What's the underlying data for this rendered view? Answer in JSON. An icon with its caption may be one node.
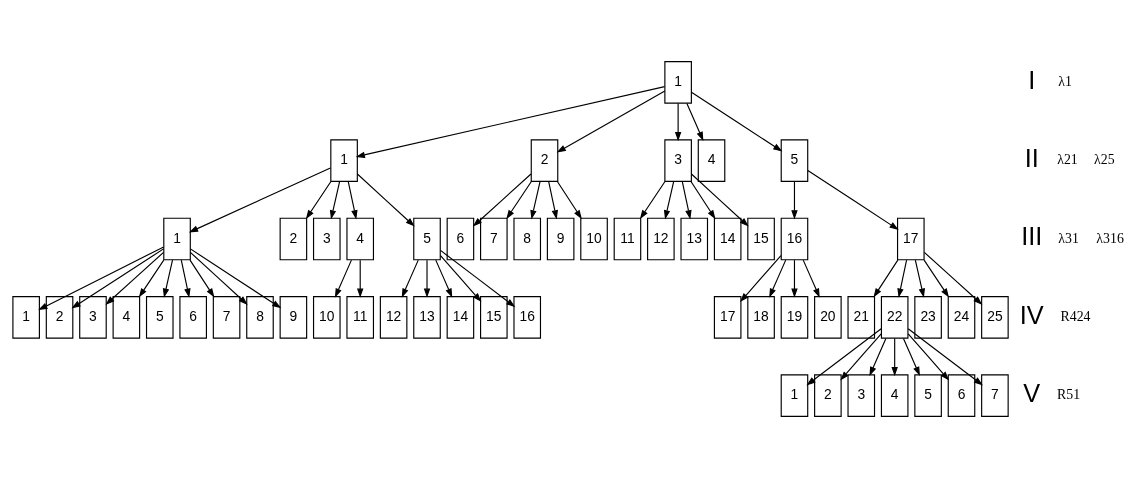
{
  "diagram": {
    "nodes": [
      {
        "text": [
          "1"
        ]
      },
      {
        "text": [
          "1"
        ]
      },
      {
        "text": [
          "2"
        ]
      },
      {
        "text": [
          "3"
        ]
      },
      {
        "text": [
          "4"
        ]
      },
      {
        "text": [
          "5"
        ]
      },
      {
        "text": [
          "1"
        ]
      },
      {
        "text": [
          "2"
        ]
      },
      {
        "text": [
          "3"
        ]
      },
      {
        "text": [
          "4"
        ]
      },
      {
        "text": [
          "5"
        ]
      },
      {
        "text": [
          "6"
        ]
      },
      {
        "text": [
          "7"
        ]
      },
      {
        "text": [
          "8"
        ]
      },
      {
        "text": [
          "9"
        ]
      },
      {
        "text": [
          "10"
        ]
      },
      {
        "text": [
          "11"
        ]
      },
      {
        "text": [
          "12"
        ]
      },
      {
        "text": [
          "13"
        ]
      },
      {
        "text": [
          "14"
        ]
      },
      {
        "text": [
          "15"
        ]
      },
      {
        "text": [
          "16"
        ]
      },
      {
        "text": [
          "17"
        ]
      },
      {
        "text": [
          "1"
        ]
      },
      {
        "text": [
          "2"
        ]
      },
      {
        "text": [
          "3"
        ]
      },
      {
        "text": [
          "4"
        ]
      },
      {
        "text": [
          "5"
        ]
      },
      {
        "text": [
          "6"
        ]
      },
      {
        "text": [
          "7"
        ]
      },
      {
        "text": [
          "8"
        ]
      },
      {
        "text": [
          "9"
        ]
      },
      {
        "text": [
          "10"
        ]
      },
      {
        "text": [
          "11"
        ]
      },
      {
        "text": [
          "12"
        ]
      },
      {
        "text": [
          "13"
        ]
      },
      {
        "text": [
          "14"
        ]
      },
      {
        "text": [
          "15"
        ]
      },
      {
        "text": [
          "16"
        ]
      },
      {
        "text": [
          "17"
        ]
      },
      {
        "text": [
          "18"
        ]
      },
      {
        "text": [
          "19"
        ]
      },
      {
        "text": [
          "20"
        ]
      },
      {
        "text": [
          "21"
        ]
      },
      {
        "text": [
          "22"
        ]
      },
      {
        "text": [
          "23"
        ]
      },
      {
        "text": [
          "24"
        ]
      },
      {
        "text": [
          "25"
        ]
      },
      {
        "text": [
          "1"
        ]
      },
      {
        "text": [
          "2"
        ]
      },
      {
        "text": [
          "3"
        ]
      },
      {
        "text": [
          "4"
        ]
      },
      {
        "text": [
          "5"
        ]
      },
      {
        "text": [
          "6"
        ]
      },
      {
        "text": [
          "7"
        ]
      }
    ],
    "edges": [
      {
        "from": 0,
        "to": 1,
        "arrow": "to"
      },
      {
        "from": 0,
        "to": 2,
        "arrow": "to"
      },
      {
        "from": 0,
        "to": 3,
        "arrow": "to"
      },
      {
        "from": 0,
        "to": 4,
        "arrow": "to"
      },
      {
        "from": 0,
        "to": 5,
        "arrow": "to"
      },
      {
        "from": 1,
        "to": 6,
        "arrow": "to"
      },
      {
        "from": 1,
        "to": 7,
        "arrow": "to"
      },
      {
        "from": 1,
        "to": 8,
        "arrow": "to"
      },
      {
        "from": 1,
        "to": 9,
        "arrow": "to"
      },
      {
        "from": 1,
        "to": 10,
        "arrow": "to"
      },
      {
        "from": 2,
        "to": 11,
        "arrow": "to"
      },
      {
        "from": 2,
        "to": 12,
        "arrow": "to"
      },
      {
        "from": 2,
        "to": 13,
        "arrow": "to"
      },
      {
        "from": 2,
        "to": 14,
        "arrow": "to"
      },
      {
        "from": 2,
        "to": 15,
        "arrow": "to"
      },
      {
        "from": 3,
        "to": 16,
        "arrow": "to"
      },
      {
        "from": 3,
        "to": 17,
        "arrow": "to"
      },
      {
        "from": 3,
        "to": 18,
        "arrow": "to"
      },
      {
        "from": 3,
        "to": 19,
        "arrow": "to"
      },
      {
        "from": 3,
        "to": 20,
        "arrow": "to"
      },
      {
        "from": 5,
        "to": 21,
        "arrow": "to"
      },
      {
        "from": 5,
        "to": 22,
        "arrow": "to"
      },
      {
        "from": 6,
        "to": 23,
        "arrow": "to"
      },
      {
        "from": 6,
        "to": 24,
        "arrow": "to"
      },
      {
        "from": 6,
        "to": 25,
        "arrow": "to"
      },
      {
        "from": 6,
        "to": 26,
        "arrow": "to"
      },
      {
        "from": 6,
        "to": 27,
        "arrow": "to"
      },
      {
        "from": 6,
        "to": 28,
        "arrow": "to"
      },
      {
        "from": 6,
        "to": 29,
        "arrow": "to"
      },
      {
        "from": 6,
        "to": 30,
        "arrow": "to"
      },
      {
        "from": 6,
        "to": 31,
        "arrow": "to"
      },
      {
        "from": 9,
        "to": 32,
        "arrow": "to"
      },
      {
        "from": 9,
        "to": 33,
        "arrow": "to"
      },
      {
        "from": 10,
        "to": 34,
        "arrow": "to"
      },
      {
        "from": 10,
        "to": 35,
        "arrow": "to"
      },
      {
        "from": 10,
        "to": 36,
        "arrow": "to"
      },
      {
        "from": 10,
        "to": 37,
        "arrow": "to"
      },
      {
        "from": 10,
        "to": 38,
        "arrow": "to"
      },
      {
        "from": 21,
        "to": 39,
        "arrow": "to"
      },
      {
        "from": 21,
        "to": 40,
        "arrow": "to"
      },
      {
        "from": 21,
        "to": 41,
        "arrow": "to"
      },
      {
        "from": 21,
        "to": 42,
        "arrow": "to"
      },
      {
        "from": 22,
        "to": 43,
        "arrow": "to"
      },
      {
        "from": 22,
        "to": 44,
        "arrow": "to"
      },
      {
        "from": 22,
        "to": 45,
        "arrow": "to"
      },
      {
        "from": 22,
        "to": 46,
        "arrow": "to"
      },
      {
        "from": 22,
        "to": 47,
        "arrow": "to"
      },
      {
        "from": 44,
        "to": 48,
        "arrow": "to"
      },
      {
        "from": 44,
        "to": 49,
        "arrow": "to"
      },
      {
        "from": 44,
        "to": 50,
        "arrow": "to"
      },
      {
        "from": 44,
        "to": 51,
        "arrow": "to"
      },
      {
        "from": 44,
        "to": 52,
        "arrow": "to"
      },
      {
        "from": 44,
        "to": 53,
        "arrow": "to"
      },
      {
        "from": 44,
        "to": 54,
        "arrow": "to"
      }
    ],
    "labels": [
      "I",
      "λ1",
      "II",
      "λ21",
      "λ25",
      "III",
      "λ31",
      "λ316",
      "IV",
      "R424",
      "V",
      "R51"
    ]
  }
}
